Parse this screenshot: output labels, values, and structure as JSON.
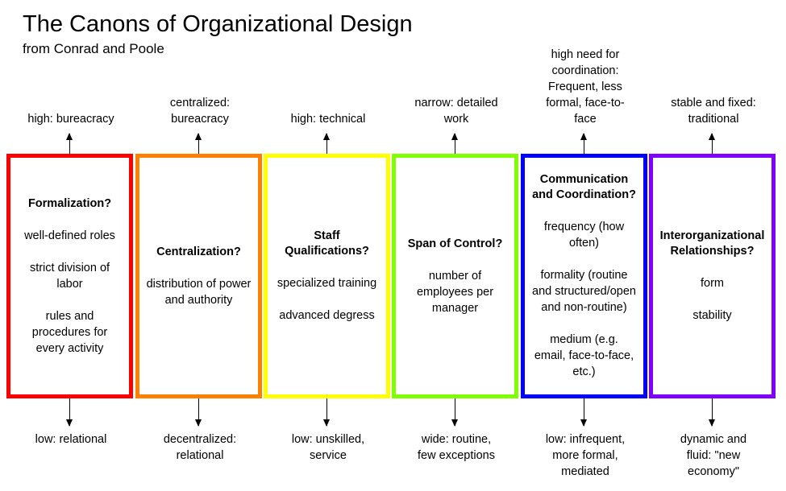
{
  "title": "The Canons of Organizational Design",
  "subtitle": "from Conrad and Poole",
  "columns": [
    {
      "color": "#ff0000",
      "top": "high: bureacracy",
      "heading": "Formalization?",
      "items": [
        "well-defined roles",
        "strict division of\nlabor",
        "rules and\nprocedures for\nevery activity"
      ],
      "bottom": "low: relational"
    },
    {
      "color": "#ff8000",
      "top": "centralized:\nbureacracy",
      "heading": "Centralization?",
      "items": [
        "distribution of power\nand authority"
      ],
      "bottom": "decentralized:\nrelational"
    },
    {
      "color": "#ffff00",
      "top": "high: technical",
      "heading": "Staff\nQualifications?",
      "items": [
        "specialized training",
        "advanced degress"
      ],
      "bottom": "low: unskilled,\nservice"
    },
    {
      "color": "#80ff00",
      "top": "narrow: detailed\nwork",
      "heading": "Span of Control?",
      "items": [
        "number of\nemployees per\nmanager"
      ],
      "bottom": "wide: routine,\nfew exceptions"
    },
    {
      "color": "#0000ff",
      "top": "high need for\ncoordination:\nFrequent, less\nformal, face-to-\nface",
      "heading": "Communication\nand Coordination?",
      "items": [
        "frequency (how\noften)",
        "formality (routine\nand structured/open\nand non-routine)",
        "medium (e.g.\nemail, face-to-face,\netc.)"
      ],
      "bottom": "low: infrequent,\nmore formal,\nmediated"
    },
    {
      "color": "#8000ff",
      "top": "stable and fixed:\ntraditional",
      "heading": "Interorganizational\nRelationships?",
      "items": [
        "form",
        "stability"
      ],
      "bottom": "dynamic and\nfluid: \"new\neconomy\""
    }
  ]
}
